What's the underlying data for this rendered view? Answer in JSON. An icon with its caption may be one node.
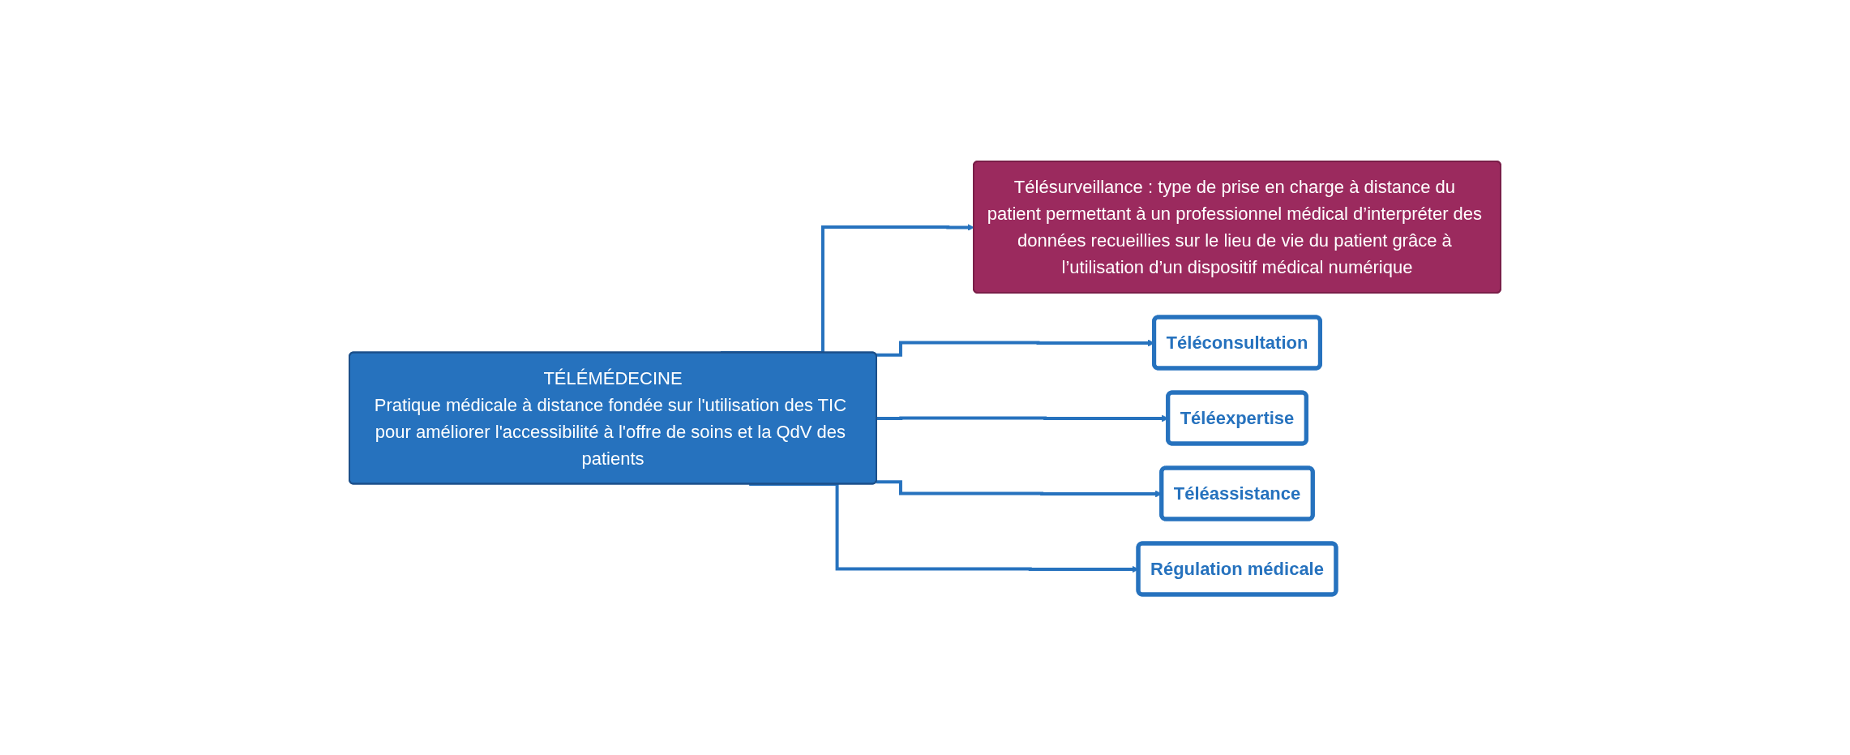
{
  "diagram": {
    "nodes": [
      {
        "text": [
          "TÉLÉMÉDECINE",
          "Pratique médicale à distance fondée sur l'utilisation des TIC pour améliorer l'accessibilité à l'offre de soins et la QdV des patients"
        ]
      },
      {
        "text": [
          "Télésurveillance : type de prise en charge à distance du patient permettant à un professionnel médical d’interpréter des données recueillies sur le lieu de vie du patient grâce à l’utilisation d’un dispositif médical numérique"
        ]
      },
      {
        "text": [
          "Téléconsultation"
        ]
      },
      {
        "text": [
          "Téléexpertise"
        ]
      },
      {
        "text": [
          "Téléassistance"
        ]
      },
      {
        "text": [
          "Régulation médicale"
        ]
      }
    ],
    "edges": [
      {
        "from": 0,
        "to": 1,
        "arrow": "to"
      },
      {
        "from": 0,
        "to": 2,
        "arrow": "to"
      },
      {
        "from": 0,
        "to": 3,
        "arrow": "to"
      },
      {
        "from": 0,
        "to": 4,
        "arrow": "to"
      },
      {
        "from": 0,
        "to": 5,
        "arrow": "to"
      }
    ]
  }
}
